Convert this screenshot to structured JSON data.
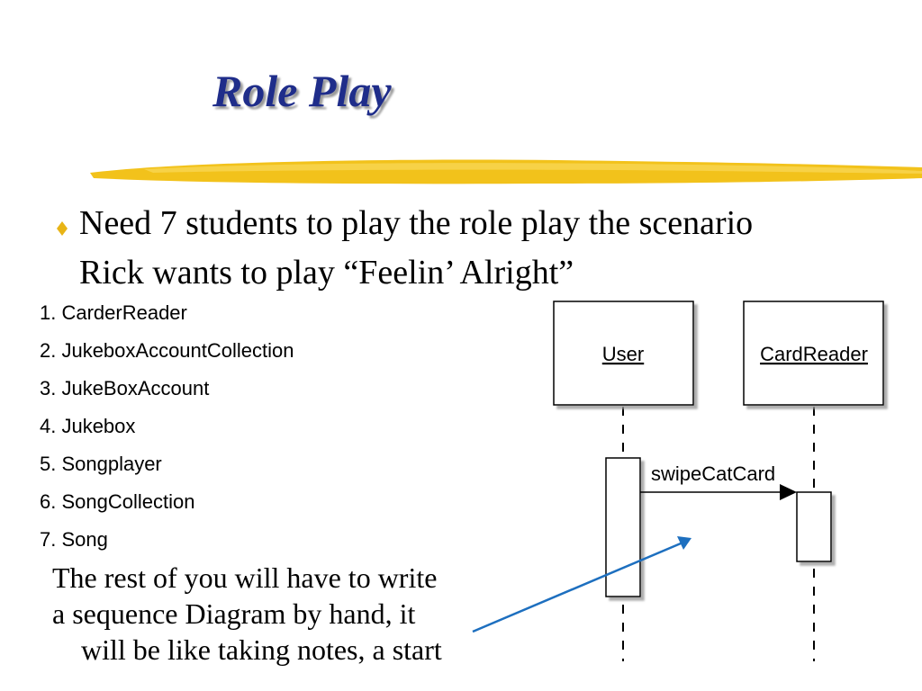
{
  "slide": {
    "title": "Role Play",
    "bullet": {
      "line1": "Need 7 students to play the role play the scenario",
      "line2": "Rick wants to play “Feelin’ Alright”"
    },
    "items": [
      "1. CarderReader",
      "2. JukeboxAccountCollection",
      "3. JukeBoxAccount",
      "4. Jukebox",
      "5. Songplayer",
      "6. SongCollection",
      "7. Song"
    ],
    "rest": {
      "line1": "The rest of you will have to write",
      "line2": "a sequence Diagram by hand, it",
      "line3": "will be like taking notes, a start"
    }
  },
  "diagram": {
    "lifelines": [
      "User",
      "CardReader"
    ],
    "message": "swipeCatCard"
  },
  "colors": {
    "title": "#1f2d8a",
    "highlight": "#f2c21b",
    "arrow": "#1d6fbf",
    "bullet": "#e8b416"
  }
}
